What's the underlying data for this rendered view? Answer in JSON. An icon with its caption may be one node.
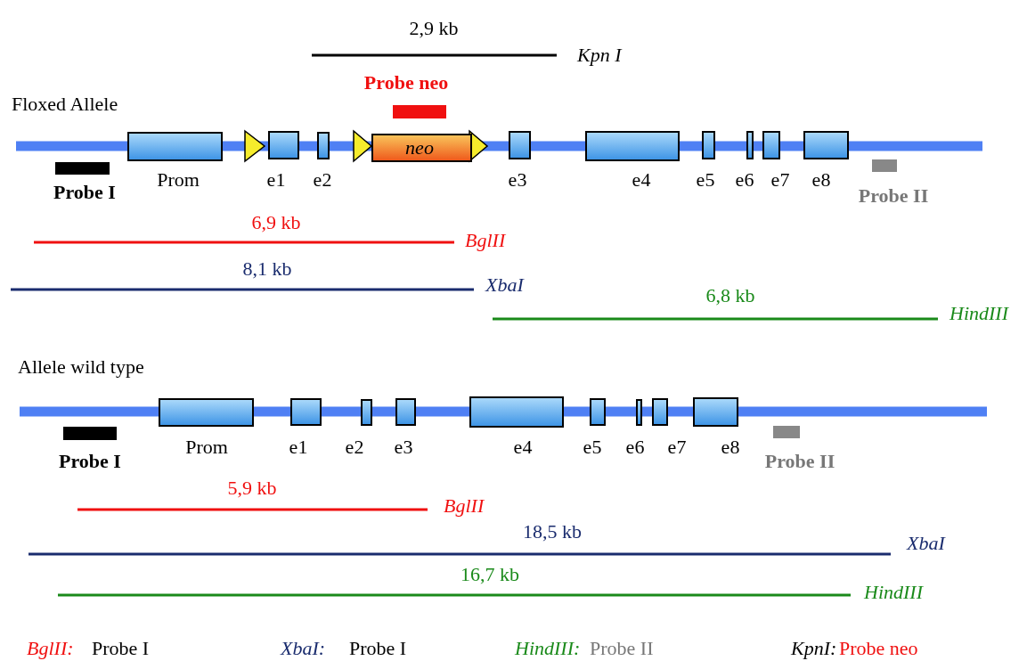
{
  "diagram": {
    "nodes": [
      {
        "text": [
          "Probe neo"
        ]
      },
      {
        "text": [
          "Prom"
        ]
      },
      {
        "text": [
          "e1"
        ]
      },
      {
        "text": [
          "e2"
        ]
      },
      {
        "text": [
          "neo"
        ]
      },
      {
        "text": [
          "e3"
        ]
      },
      {
        "text": [
          "e4"
        ]
      },
      {
        "text": [
          "e5"
        ]
      },
      {
        "text": [
          "e6"
        ]
      },
      {
        "text": [
          "e7"
        ]
      },
      {
        "text": [
          "e8"
        ]
      },
      {
        "text": [
          "Probe I"
        ]
      },
      {
        "text": [
          "Probe II"
        ]
      },
      {
        "text": [
          "Prom"
        ]
      },
      {
        "text": [
          "e1"
        ]
      },
      {
        "text": [
          "e2"
        ]
      },
      {
        "text": [
          "e3"
        ]
      },
      {
        "text": [
          "e4"
        ]
      },
      {
        "text": [
          "e5"
        ]
      },
      {
        "text": [
          "e6"
        ]
      },
      {
        "text": [
          "e7"
        ]
      },
      {
        "text": [
          "e8"
        ]
      },
      {
        "text": [
          "Probe I"
        ]
      },
      {
        "text": [
          "Probe II"
        ]
      }
    ],
    "labels": [
      "2,9 kb",
      "Kpn I",
      "Floxed Allele",
      "6,9 kb",
      "BglII",
      "8,1 kb",
      "XbaI",
      "6,8 kb",
      "HindIII",
      "Allele wild type",
      "5,9 kb",
      "BglII",
      "18,5 kb",
      "XbaI",
      "16,7 kb",
      "HindIII",
      "BglII:",
      "Probe I",
      "XbaI:",
      "Probe I",
      "HindIII:",
      "Probe II",
      "KpnI:",
      "Probe neo"
    ]
  }
}
